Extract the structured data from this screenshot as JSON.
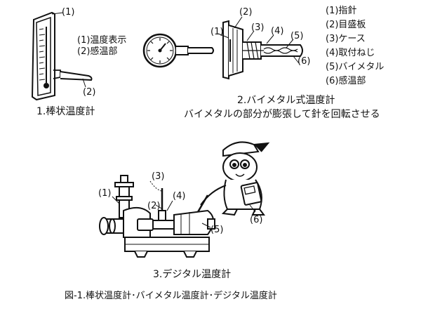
{
  "sections": {
    "rod": {
      "caption": "1.棒状温度計",
      "callouts": [
        "(1)",
        "(2)"
      ],
      "legend": [
        "(1)温度表示",
        "(2)感温部"
      ]
    },
    "bimetal": {
      "caption_line1": "2.バイメタル式温度計",
      "caption_line2": "バイメタルの部分が膨張して針を回転させる",
      "callouts": [
        "(1)",
        "(2)",
        "(3)",
        "(4)",
        "(5)",
        "(6)"
      ],
      "legend": [
        "(1)指針",
        "(2)目盛板",
        "(3)ケース",
        "(4)取付ねじ",
        "(5)バイメタル",
        "(6)感温部"
      ]
    },
    "digital": {
      "caption": "3.デジタル温度計",
      "callouts": [
        "(1)",
        "(2)",
        "(3)",
        "(4)",
        "(5)",
        "(6)"
      ]
    }
  },
  "figure_caption": "図-1.棒状温度計･バイメタル温度計･デジタル温度計"
}
